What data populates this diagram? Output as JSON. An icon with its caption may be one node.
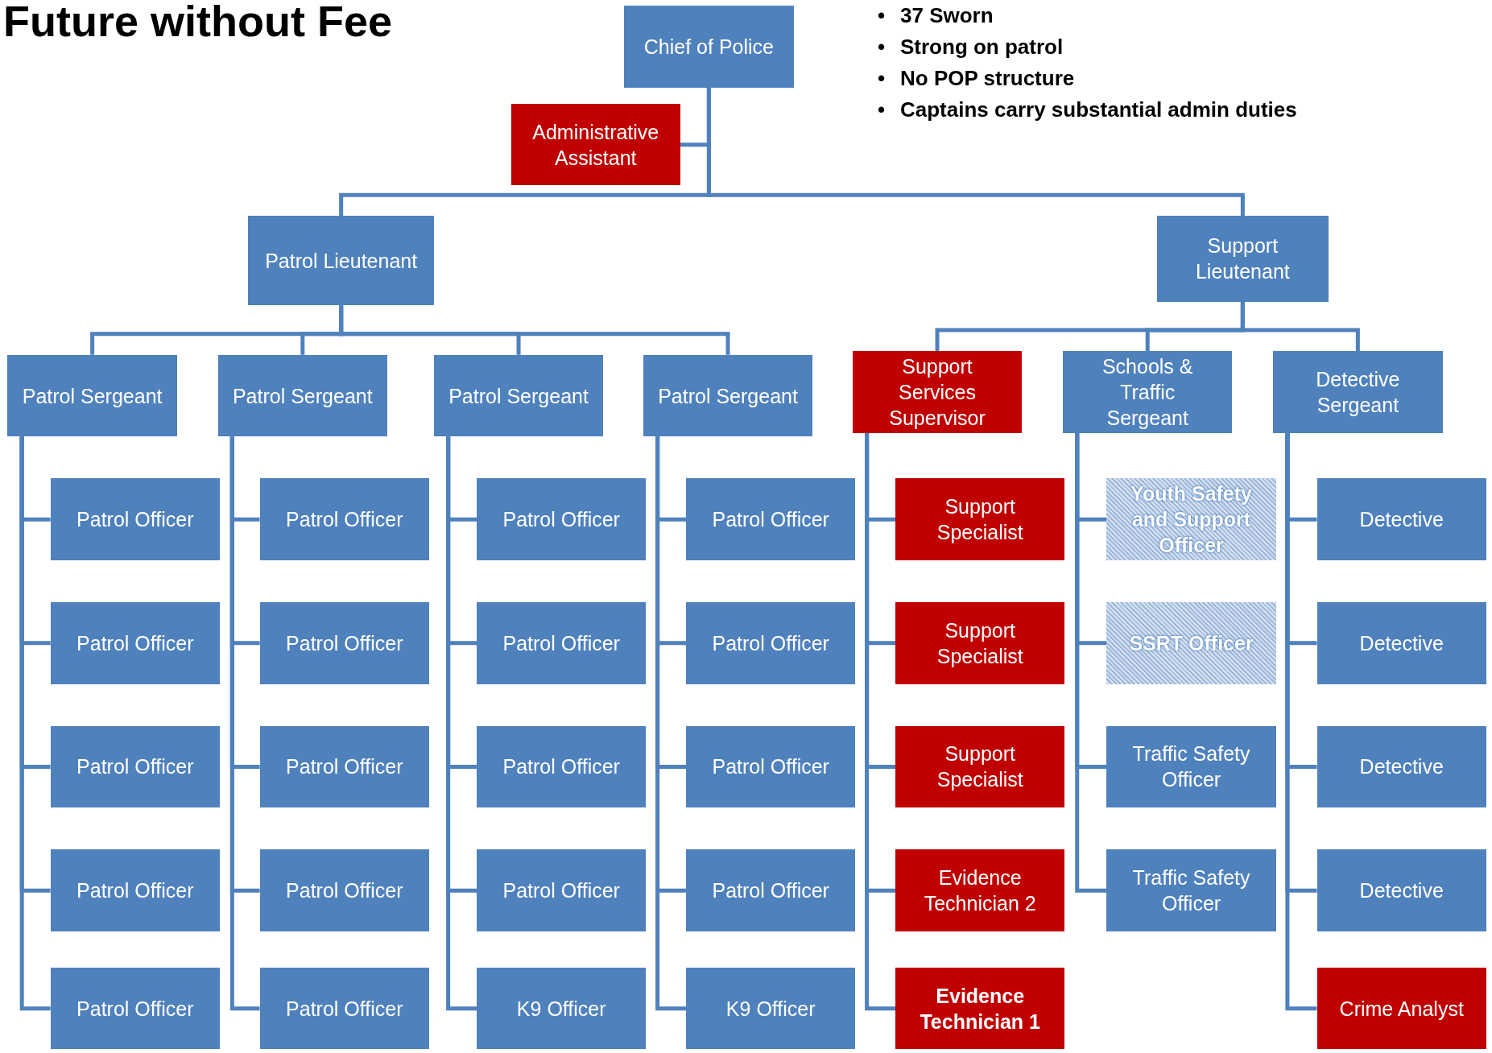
{
  "diagram": {
    "title": "Future without Fee",
    "nodes": [
      {
        "text": [
          "Chief of Police"
        ]
      },
      {
        "text": [
          "Administrative Assistant"
        ]
      },
      {
        "text": [
          "Patrol Lieutenant"
        ]
      },
      {
        "text": [
          "Support Lieutenant"
        ]
      },
      {
        "text": [
          "Patrol Sergeant"
        ]
      },
      {
        "text": [
          "Patrol Sergeant"
        ]
      },
      {
        "text": [
          "Patrol Sergeant"
        ]
      },
      {
        "text": [
          "Patrol Sergeant"
        ]
      },
      {
        "text": [
          "Support Services Supervisor"
        ]
      },
      {
        "text": [
          "Schools & Traffic Sergeant"
        ]
      },
      {
        "text": [
          "Detective Sergeant"
        ]
      },
      {
        "text": [
          "Patrol Officer"
        ]
      },
      {
        "text": [
          "Patrol Officer"
        ]
      },
      {
        "text": [
          "Patrol Officer"
        ]
      },
      {
        "text": [
          "Patrol Officer"
        ]
      },
      {
        "text": [
          "Patrol Officer"
        ]
      },
      {
        "text": [
          "Patrol Officer"
        ]
      },
      {
        "text": [
          "Patrol Officer"
        ]
      },
      {
        "text": [
          "Patrol Officer"
        ]
      },
      {
        "text": [
          "Patrol Officer"
        ]
      },
      {
        "text": [
          "Patrol Officer"
        ]
      },
      {
        "text": [
          "Patrol Officer"
        ]
      },
      {
        "text": [
          "Patrol Officer"
        ]
      },
      {
        "text": [
          "Patrol Officer"
        ]
      },
      {
        "text": [
          "Patrol Officer"
        ]
      },
      {
        "text": [
          "K9 Officer"
        ]
      },
      {
        "text": [
          "Patrol Officer"
        ]
      },
      {
        "text": [
          "Patrol Officer"
        ]
      },
      {
        "text": [
          "Patrol Officer"
        ]
      },
      {
        "text": [
          "Patrol Officer"
        ]
      },
      {
        "text": [
          "K9 Officer"
        ]
      },
      {
        "text": [
          "Support Specialist"
        ]
      },
      {
        "text": [
          "Support Specialist"
        ]
      },
      {
        "text": [
          "Support Specialist"
        ]
      },
      {
        "text": [
          "Evidence Technician 2"
        ]
      },
      {
        "text": [
          "Evidence Technician 1"
        ]
      },
      {
        "text": [
          "Youth Safety and Support Officer"
        ]
      },
      {
        "text": [
          "SSRT Officer"
        ]
      },
      {
        "text": [
          "Traffic Safety Officer"
        ]
      },
      {
        "text": [
          "Traffic Safety Officer"
        ]
      },
      {
        "text": [
          "Detective"
        ]
      },
      {
        "text": [
          "Detective"
        ]
      },
      {
        "text": [
          "Detective"
        ]
      },
      {
        "text": [
          "Detective"
        ]
      },
      {
        "text": [
          "Crime Analyst"
        ]
      }
    ],
    "edges": [
      {
        "from": 0,
        "to": 1,
        "arrow": "none"
      },
      {
        "from": 0,
        "to": 2,
        "arrow": "none"
      },
      {
        "from": 0,
        "to": 3,
        "arrow": "none"
      },
      {
        "from": 2,
        "to": 4,
        "arrow": "none"
      },
      {
        "from": 2,
        "to": 5,
        "arrow": "none"
      },
      {
        "from": 2,
        "to": 6,
        "arrow": "none"
      },
      {
        "from": 2,
        "to": 7,
        "arrow": "none"
      },
      {
        "from": 3,
        "to": 8,
        "arrow": "none"
      },
      {
        "from": 3,
        "to": 9,
        "arrow": "none"
      },
      {
        "from": 3,
        "to": 10,
        "arrow": "none"
      },
      {
        "from": 4,
        "to": 11,
        "arrow": "none"
      },
      {
        "from": 4,
        "to": 12,
        "arrow": "none"
      },
      {
        "from": 4,
        "to": 13,
        "arrow": "none"
      },
      {
        "from": 4,
        "to": 14,
        "arrow": "none"
      },
      {
        "from": 4,
        "to": 15,
        "arrow": "none"
      },
      {
        "from": 5,
        "to": 16,
        "arrow": "none"
      },
      {
        "from": 5,
        "to": 17,
        "arrow": "none"
      },
      {
        "from": 5,
        "to": 18,
        "arrow": "none"
      },
      {
        "from": 5,
        "to": 19,
        "arrow": "none"
      },
      {
        "from": 5,
        "to": 20,
        "arrow": "none"
      },
      {
        "from": 6,
        "to": 21,
        "arrow": "none"
      },
      {
        "from": 6,
        "to": 22,
        "arrow": "none"
      },
      {
        "from": 6,
        "to": 23,
        "arrow": "none"
      },
      {
        "from": 6,
        "to": 24,
        "arrow": "none"
      },
      {
        "from": 6,
        "to": 25,
        "arrow": "none"
      },
      {
        "from": 7,
        "to": 26,
        "arrow": "none"
      },
      {
        "from": 7,
        "to": 27,
        "arrow": "none"
      },
      {
        "from": 7,
        "to": 28,
        "arrow": "none"
      },
      {
        "from": 7,
        "to": 29,
        "arrow": "none"
      },
      {
        "from": 7,
        "to": 30,
        "arrow": "none"
      },
      {
        "from": 8,
        "to": 31,
        "arrow": "none"
      },
      {
        "from": 8,
        "to": 32,
        "arrow": "none"
      },
      {
        "from": 8,
        "to": 33,
        "arrow": "none"
      },
      {
        "from": 8,
        "to": 34,
        "arrow": "none"
      },
      {
        "from": 8,
        "to": 35,
        "arrow": "none"
      },
      {
        "from": 9,
        "to": 36,
        "arrow": "none"
      },
      {
        "from": 9,
        "to": 37,
        "arrow": "none"
      },
      {
        "from": 9,
        "to": 38,
        "arrow": "none"
      },
      {
        "from": 9,
        "to": 39,
        "arrow": "none"
      },
      {
        "from": 10,
        "to": 40,
        "arrow": "none"
      },
      {
        "from": 10,
        "to": 41,
        "arrow": "none"
      },
      {
        "from": 10,
        "to": 42,
        "arrow": "none"
      },
      {
        "from": 10,
        "to": 43,
        "arrow": "none"
      },
      {
        "from": 10,
        "to": 44,
        "arrow": "none"
      }
    ],
    "labels": [
      "•",
      "37 Sworn",
      "•",
      "Strong on patrol",
      "•",
      "No POP structure",
      "•",
      "Captains carry substantial admin duties"
    ]
  }
}
